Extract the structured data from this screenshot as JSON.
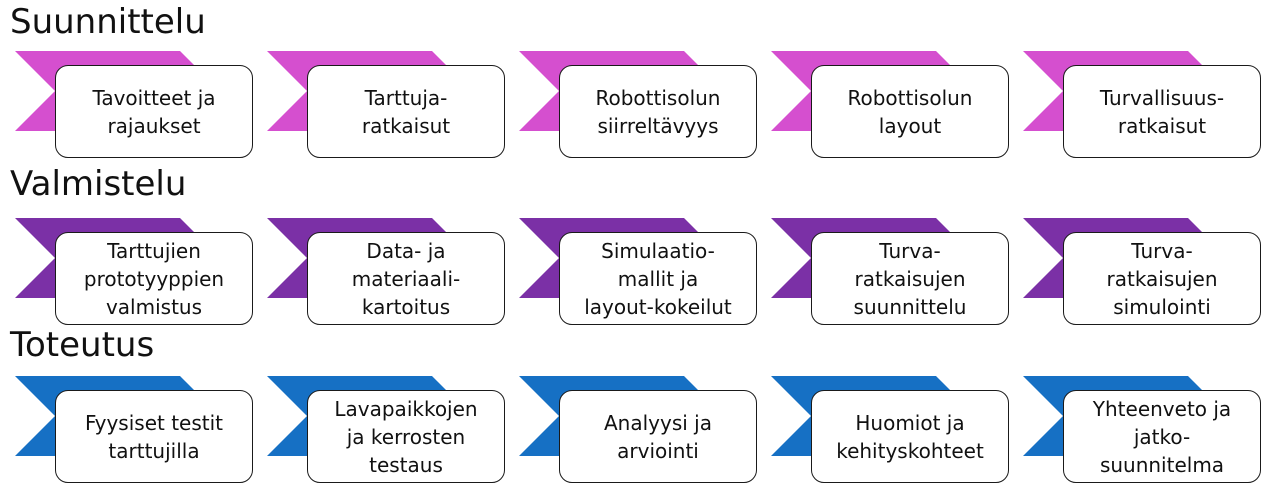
{
  "colors": {
    "suunnittelu": "#d54fcf",
    "valmistelu": "#7b30a6",
    "toteutus": "#1670c4"
  },
  "sections": [
    {
      "title": "Suunnittelu",
      "steps": [
        {
          "lines": [
            "Tavoitteet ja",
            "rajaukset"
          ]
        },
        {
          "lines": [
            "Tarttuja-",
            "ratkaisut"
          ]
        },
        {
          "lines": [
            "Robottisolun",
            "siirreltävyys"
          ]
        },
        {
          "lines": [
            "Robottisolun",
            "layout"
          ]
        },
        {
          "lines": [
            "Turvallisuus-",
            "ratkaisut"
          ]
        }
      ]
    },
    {
      "title": "Valmistelu",
      "steps": [
        {
          "lines": [
            "Tarttujien",
            "prototyyppien",
            "valmistus"
          ]
        },
        {
          "lines": [
            "Data- ja",
            "materiaali-",
            "kartoitus"
          ]
        },
        {
          "lines": [
            "Simulaatio-",
            "mallit ja",
            "layout-kokeilut"
          ]
        },
        {
          "lines": [
            "Turva-",
            "ratkaisujen",
            "suunnittelu"
          ]
        },
        {
          "lines": [
            "Turva-",
            "ratkaisujen",
            "simulointi"
          ]
        }
      ]
    },
    {
      "title": "Toteutus",
      "steps": [
        {
          "lines": [
            "Fyysiset testit",
            "tarttujilla"
          ]
        },
        {
          "lines": [
            "Lavapaikkojen",
            "ja kerrosten",
            "testaus"
          ]
        },
        {
          "lines": [
            "Analyysi ja",
            "arviointi"
          ]
        },
        {
          "lines": [
            "Huomiot ja",
            "kehityskohteet"
          ]
        },
        {
          "lines": [
            "Yhteenveto ja",
            "jatko-",
            "suunnitelma"
          ]
        }
      ]
    }
  ]
}
